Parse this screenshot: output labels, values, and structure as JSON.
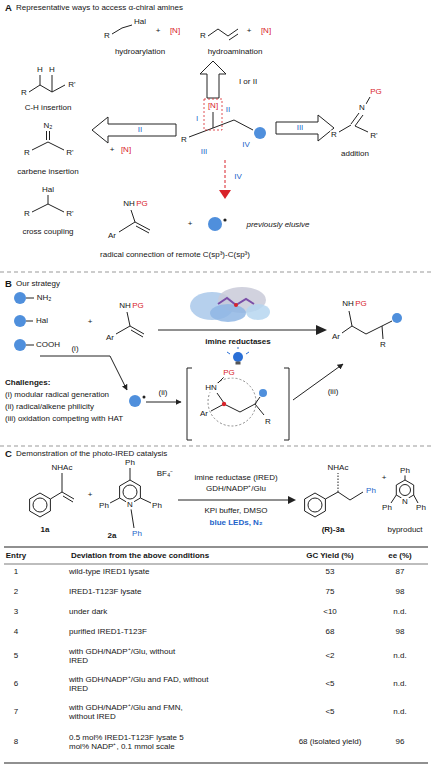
{
  "diagram": {
    "labels": [
      "A",
      "Representative ways to access α-chiral amines",
      "R",
      "Hal",
      "+",
      "[N]",
      "hydroarylation",
      "R",
      "+",
      "[N]",
      "hydroamination",
      "I or II",
      "[N]",
      "I",
      "II",
      "R",
      "III",
      "IV",
      "II",
      "R",
      "H",
      "H",
      "R'",
      "C-H insertion",
      "N₂",
      "R",
      "R'",
      "carbene insertion",
      "+",
      "[N]",
      "Hal",
      "R",
      "R'",
      "cross coupling",
      "III",
      "PG",
      "N",
      "R",
      "R'",
      "addition",
      "IV",
      "NH",
      "PG",
      "Ar",
      "+",
      "previously elusive",
      "radical connection of remote C(sp³)-C(sp³)",
      "B",
      "Our strategy",
      "NH₂",
      "Hal",
      "COOH",
      "+",
      "NH",
      "PG",
      "Ar",
      "imine reductases",
      "NH",
      "PG",
      "Ar",
      "R",
      "(i)",
      "Challenges:",
      "(i) modular radical generation",
      "(ii) radical/alkene philicity",
      "(iii) oxidation competing with HAT",
      "(ii)",
      "HN",
      "PG",
      "Ar",
      "R",
      "(iii)",
      "C",
      "Demonstration of the photo-IRED catalysis",
      "NHAc",
      "1a",
      "+",
      "Ph",
      "BF₄⁻",
      "Ph",
      "N",
      "Ph",
      "Ph",
      "2a",
      "imine reductase (IRED)",
      "GDH/NADP⁺/Glu",
      "KPi buffer, DMSO",
      "blue LEDs, N₂",
      "NHAc",
      "Ph",
      "(R)-3a",
      "+",
      "Ph",
      "Ph",
      "N",
      "Ph",
      "byproduct",
      "Entry",
      "Deviation from the above conditions",
      "GC Yield (%)",
      "ee (%)",
      "1",
      "wild-type IRED1 lysate",
      "53",
      "87",
      "2",
      "IRED1-T123F lysate",
      "75",
      "98",
      "3",
      "under dark",
      "<10",
      "n.d.",
      "4",
      "purified IRED1-T123F",
      "68",
      "98",
      "5",
      "with GDH/NADP⁺/Glu, without IRED",
      "<2",
      "n.d.",
      "6",
      "with GDH/NADP⁺/Glu and FAD, without IRED",
      "<5",
      "n.d.",
      "7",
      "with GDH/NADP⁺/Glu and FMN, without IRED",
      "<5",
      "n.d.",
      "8",
      "0.5 mol% IRED1-T123F lysate 5 mol% NADP⁺, 0.1 mmol scale",
      "68 (isolated yield)",
      "96"
    ]
  }
}
